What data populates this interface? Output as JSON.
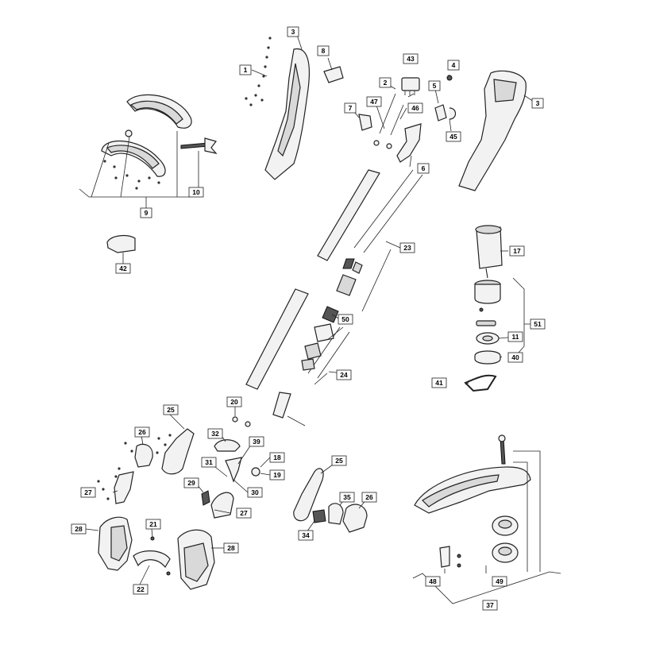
{
  "labels": {
    "p1": "1",
    "p2": "2",
    "p3a": "3",
    "p3b": "3",
    "p4": "4",
    "p5": "5",
    "p6": "6",
    "p7": "7",
    "p8": "8",
    "p9": "9",
    "p10": "10",
    "p11": "11",
    "p17": "17",
    "p18": "18",
    "p19": "19",
    "p20": "20",
    "p21": "21",
    "p22": "22",
    "p23": "23",
    "p24": "24",
    "p25a": "25",
    "p25b": "25",
    "p26a": "26",
    "p26b": "26",
    "p27a": "27",
    "p27b": "27",
    "p28a": "28",
    "p28b": "28",
    "p29": "29",
    "p30": "30",
    "p31": "31",
    "p32": "32",
    "p34": "34",
    "p35": "35",
    "p37": "37",
    "p39": "39",
    "p40": "40",
    "p41": "41",
    "p42": "42",
    "p43": "43",
    "p45": "45",
    "p46": "46",
    "p47": "47",
    "p48": "48",
    "p49": "49",
    "p50": "50",
    "p51": "51"
  }
}
